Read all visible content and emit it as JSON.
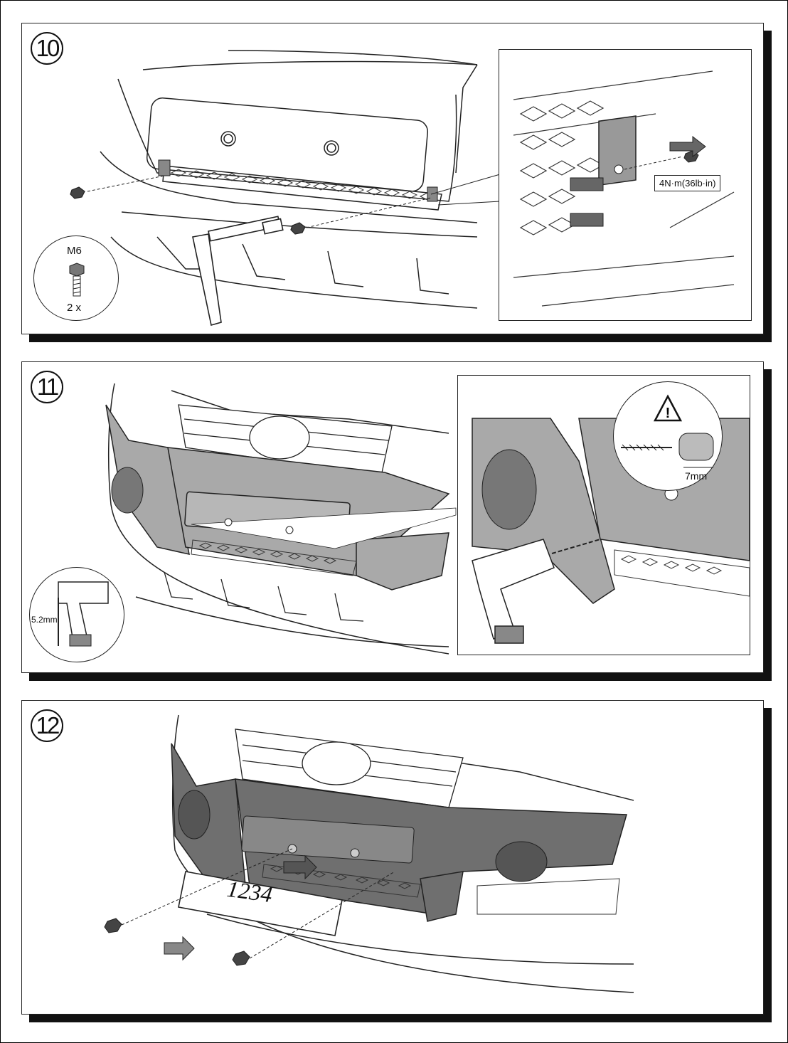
{
  "steps": [
    {
      "number": "10",
      "hardware_label": "M6",
      "hardware_qty": "2 x",
      "torque_spec": "4N·m(36lb·in)"
    },
    {
      "number": "11",
      "drill_bit_size": "5.2mm",
      "drill_depth": "7mm",
      "warning_icon": "warning-triangle-icon"
    },
    {
      "number": "12",
      "plate_text": "1234"
    }
  ],
  "colors": {
    "line": "#222222",
    "shade": "#a9a9a9",
    "dark_shade": "#6f6f6f"
  }
}
